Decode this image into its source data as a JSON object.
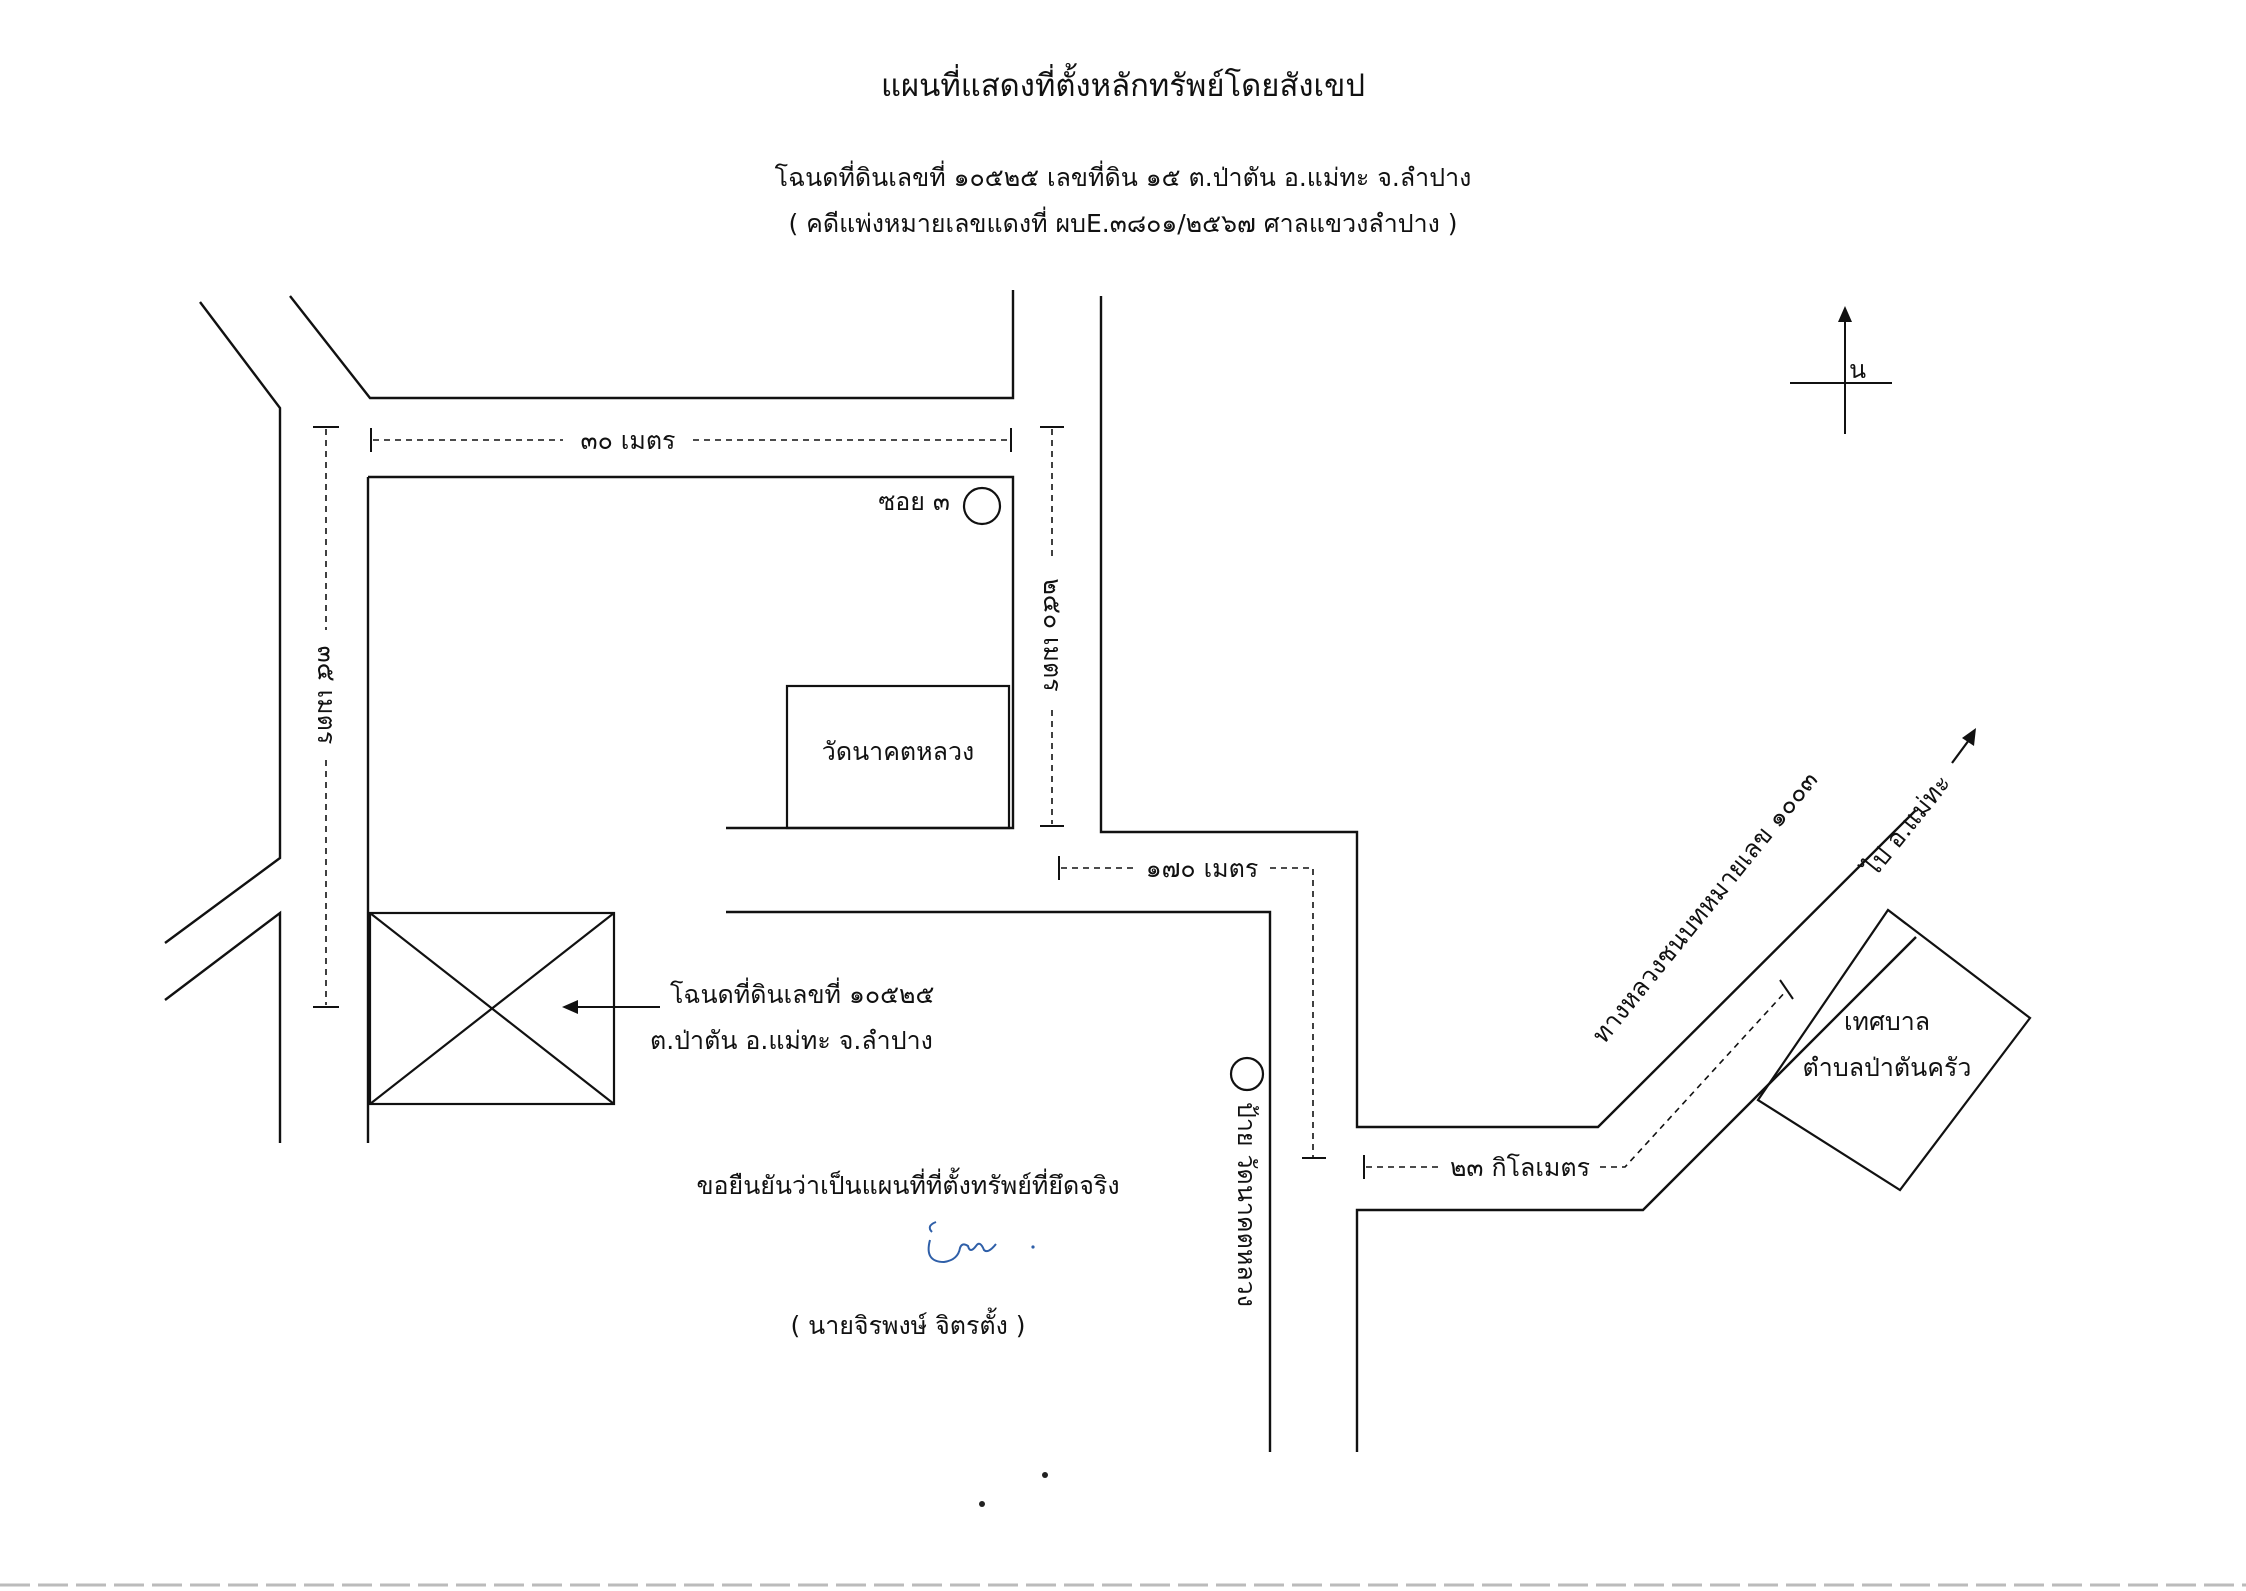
{
  "title": "แผนที่แสดงที่ตั้งหลักทรัพย์โดยสังเขป",
  "subtitle_line1": "โฉนดที่ดินเลขที่ ๑๐๕๒๕ เลขที่ดิน  ๑๕  ต.ป่าตัน  อ.แม่ทะ  จ.ลำปาง",
  "subtitle_line2": "( คดีแพ่งหมายเลขแดงที่  ผบE.๓๘๐๑/๒๕๖๗  ศาลแขวงลำปาง )",
  "compass": {
    "label": "น",
    "icon": "north-arrow-icon"
  },
  "distances": {
    "top": "๓๐ เมตร",
    "left_vertical": "๓๕ เมตร",
    "right_vertical": "๒๕๐ เมตร",
    "middle": "๑๗๐ เมตร",
    "highway": "๒๓ กิโลเมตร"
  },
  "landmarks": {
    "soi": "ซอย ๓",
    "temple": "วัดนาคตหลวง",
    "temple_sign": "ป้าย วัดนาคตหลวง",
    "highway": "ทางหลวงชนบทหมายเลข ๑๐๐๓",
    "to_district": "ไป อ.แม่ทะ",
    "municipality_line1": "เทศบาล",
    "municipality_line2": "ตำบลป่าตันครัว"
  },
  "parcel": {
    "label_line1": "โฉนดที่ดินเลขที่ ๑๐๕๒๕",
    "label_line2": "ต.ป่าตัน  อ.แม่ทะ  จ.ลำปาง"
  },
  "confirmation": "ขอยืนยันว่าเป็นแผนที่ที่ตั้งทรัพย์ที่ยึดจริง",
  "signer": "( นายจิรพงษ์  จิตรตั้ง )"
}
